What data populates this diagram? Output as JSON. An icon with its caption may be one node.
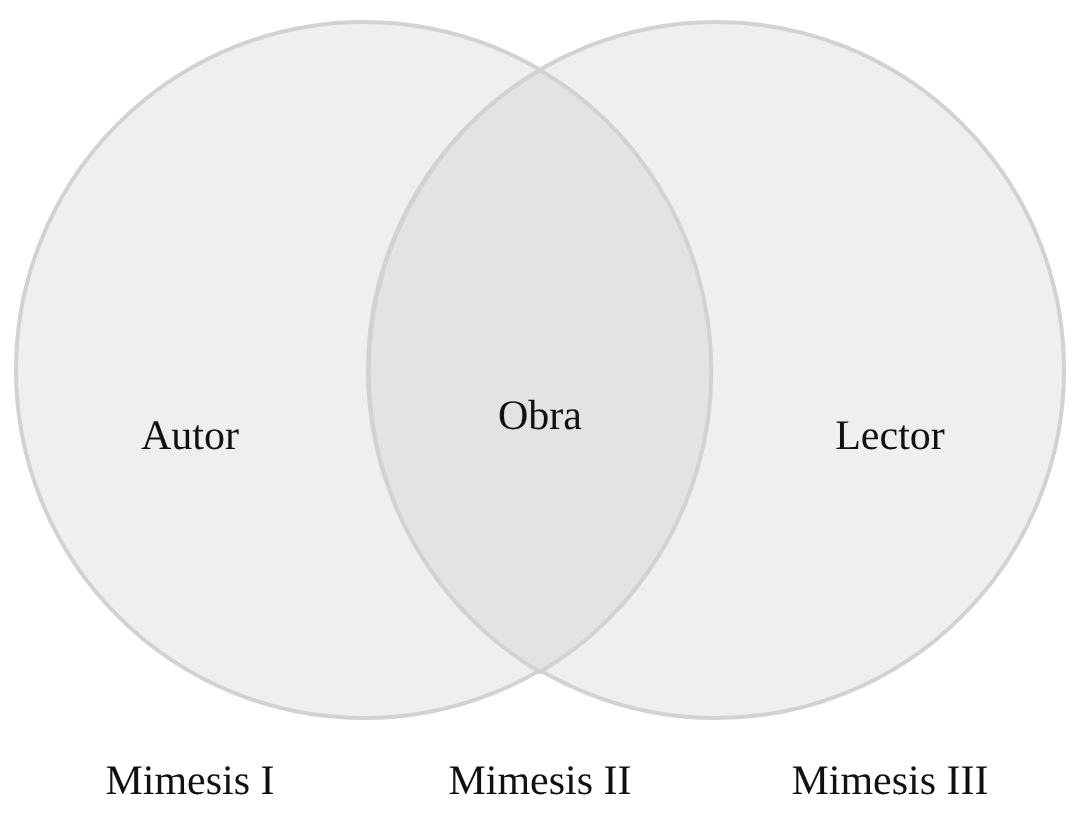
{
  "diagram": {
    "nodes": [
      {
        "text": [
          "Autor"
        ]
      },
      {
        "text": [
          "Obra"
        ]
      },
      {
        "text": [
          "Lector"
        ]
      }
    ],
    "labels": [
      "Mimesis I",
      "Mimesis II",
      "Mimesis III"
    ]
  }
}
